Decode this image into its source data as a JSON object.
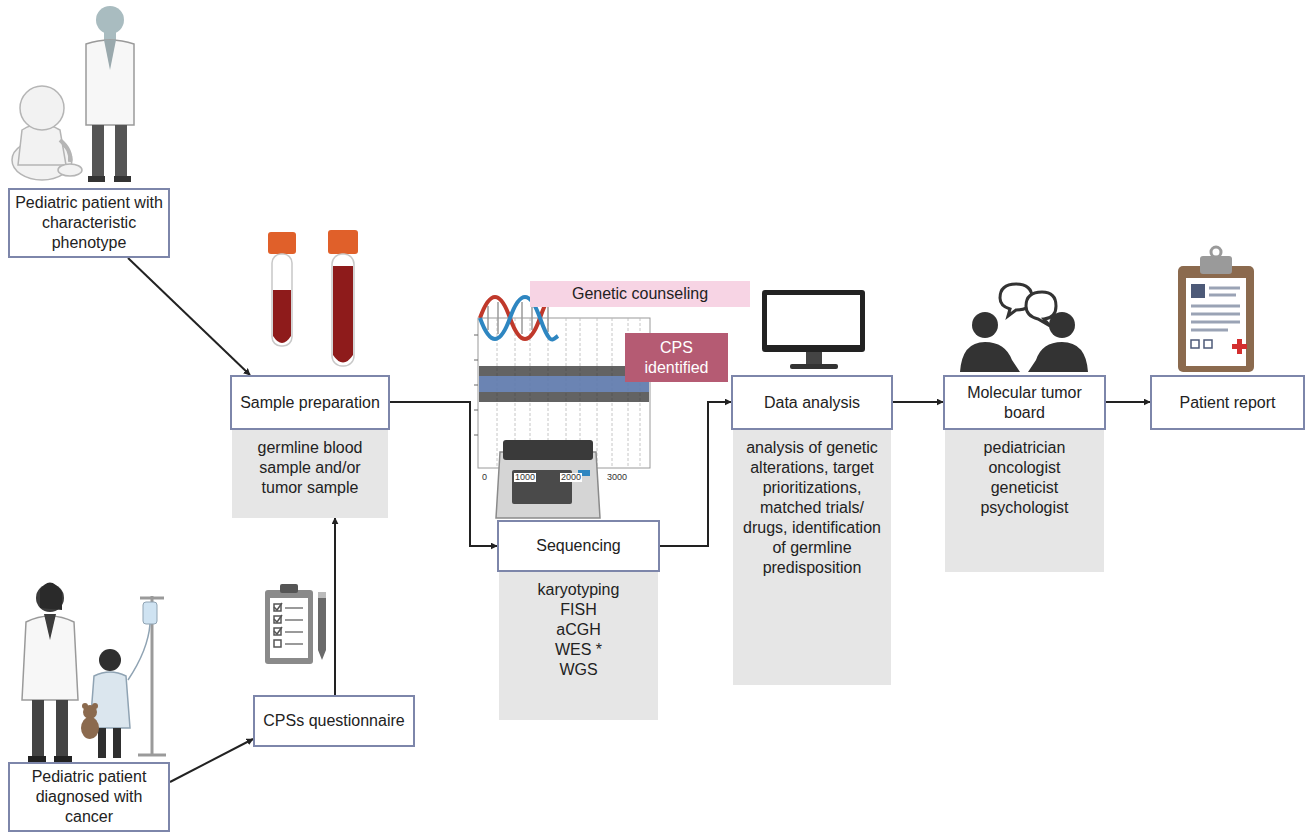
{
  "diagram": {
    "nodes": [
      {
        "text": [
          "Pediatric patient with characteristic phenotype"
        ]
      },
      {
        "text": [
          "Sample preparation",
          "germline blood sample and/or tumor sample"
        ]
      },
      {
        "text": [
          "Genetic counseling"
        ]
      },
      {
        "text": [
          "CPS identified"
        ]
      },
      {
        "text": [
          "Sequencing",
          "karyotyping FISH aCGH WES * WGS"
        ]
      },
      {
        "text": [
          "Data analysis",
          "analysis of genetic alterations, target prioritizations, matched trials/ drugs, identification of germline predisposition"
        ]
      },
      {
        "text": [
          "Molecular tumor board",
          "pediatrician oncologist geneticist psychologist"
        ]
      },
      {
        "text": [
          "Patient report"
        ]
      },
      {
        "text": [
          "CPSs questionnaire"
        ]
      },
      {
        "text": [
          "Pediatric patient diagnosed with cancer"
        ]
      }
    ],
    "edges": [
      {
        "from": 0,
        "to": 1,
        "arrow": "to"
      },
      {
        "from": 9,
        "to": 8,
        "arrow": "to"
      },
      {
        "from": 8,
        "to": 1,
        "arrow": "to"
      },
      {
        "from": 1,
        "to": 4,
        "arrow": "to"
      },
      {
        "from": 4,
        "to": 5,
        "arrow": "to"
      },
      {
        "from": 5,
        "to": 6,
        "arrow": "to"
      },
      {
        "from": 6,
        "to": 7,
        "arrow": "to"
      }
    ],
    "labels": [
      "0",
      "1000",
      "2000",
      "3000"
    ]
  }
}
